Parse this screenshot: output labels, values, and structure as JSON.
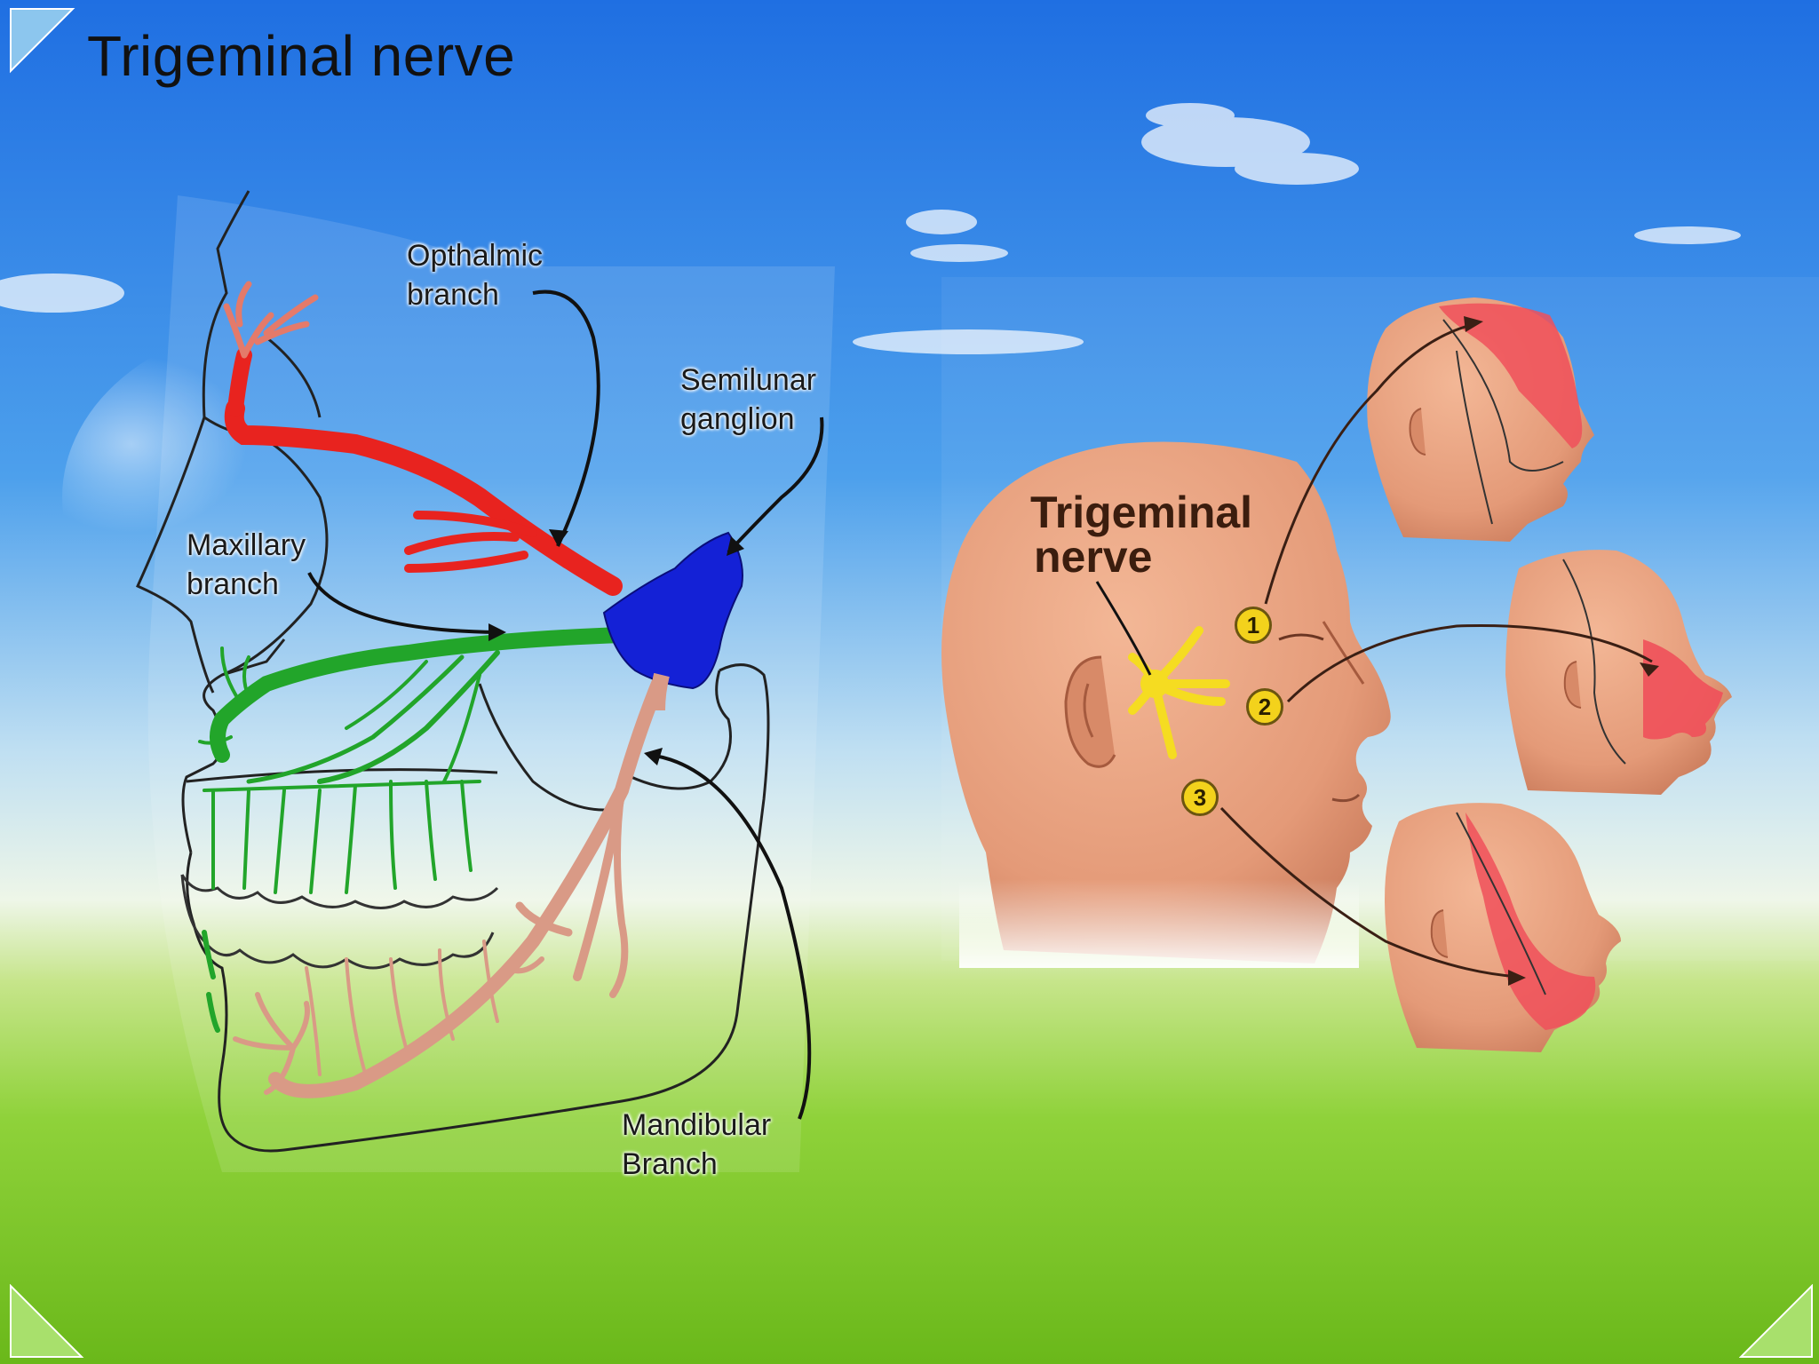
{
  "slide": {
    "title": "Trigeminal nerve"
  },
  "left_diagram": {
    "labels": {
      "ophthalmic": [
        "Opthalmic",
        "branch"
      ],
      "semilunar": [
        "Semilunar",
        "ganglion"
      ],
      "maxillary": [
        "Maxillary",
        "branch"
      ],
      "mandibular": [
        "Mandibular",
        "Branch"
      ]
    },
    "colors": {
      "ophthalmic": "#e8231f",
      "maxillary": "#22a52a",
      "mandibular": "#d99a86",
      "ganglion": "#1421d6"
    }
  },
  "right_diagram": {
    "label": [
      "Trigeminal",
      "nerve"
    ],
    "numbers": [
      "1",
      "2",
      "3"
    ],
    "colors": {
      "skin": "#e9a07c",
      "dermatome": "#f0505a",
      "nerve": "#f5dc21"
    }
  },
  "background": {
    "sky_top": "#1e6fe0",
    "sky_bottom": "#cfe6f3",
    "grass": "#7bc81e"
  }
}
